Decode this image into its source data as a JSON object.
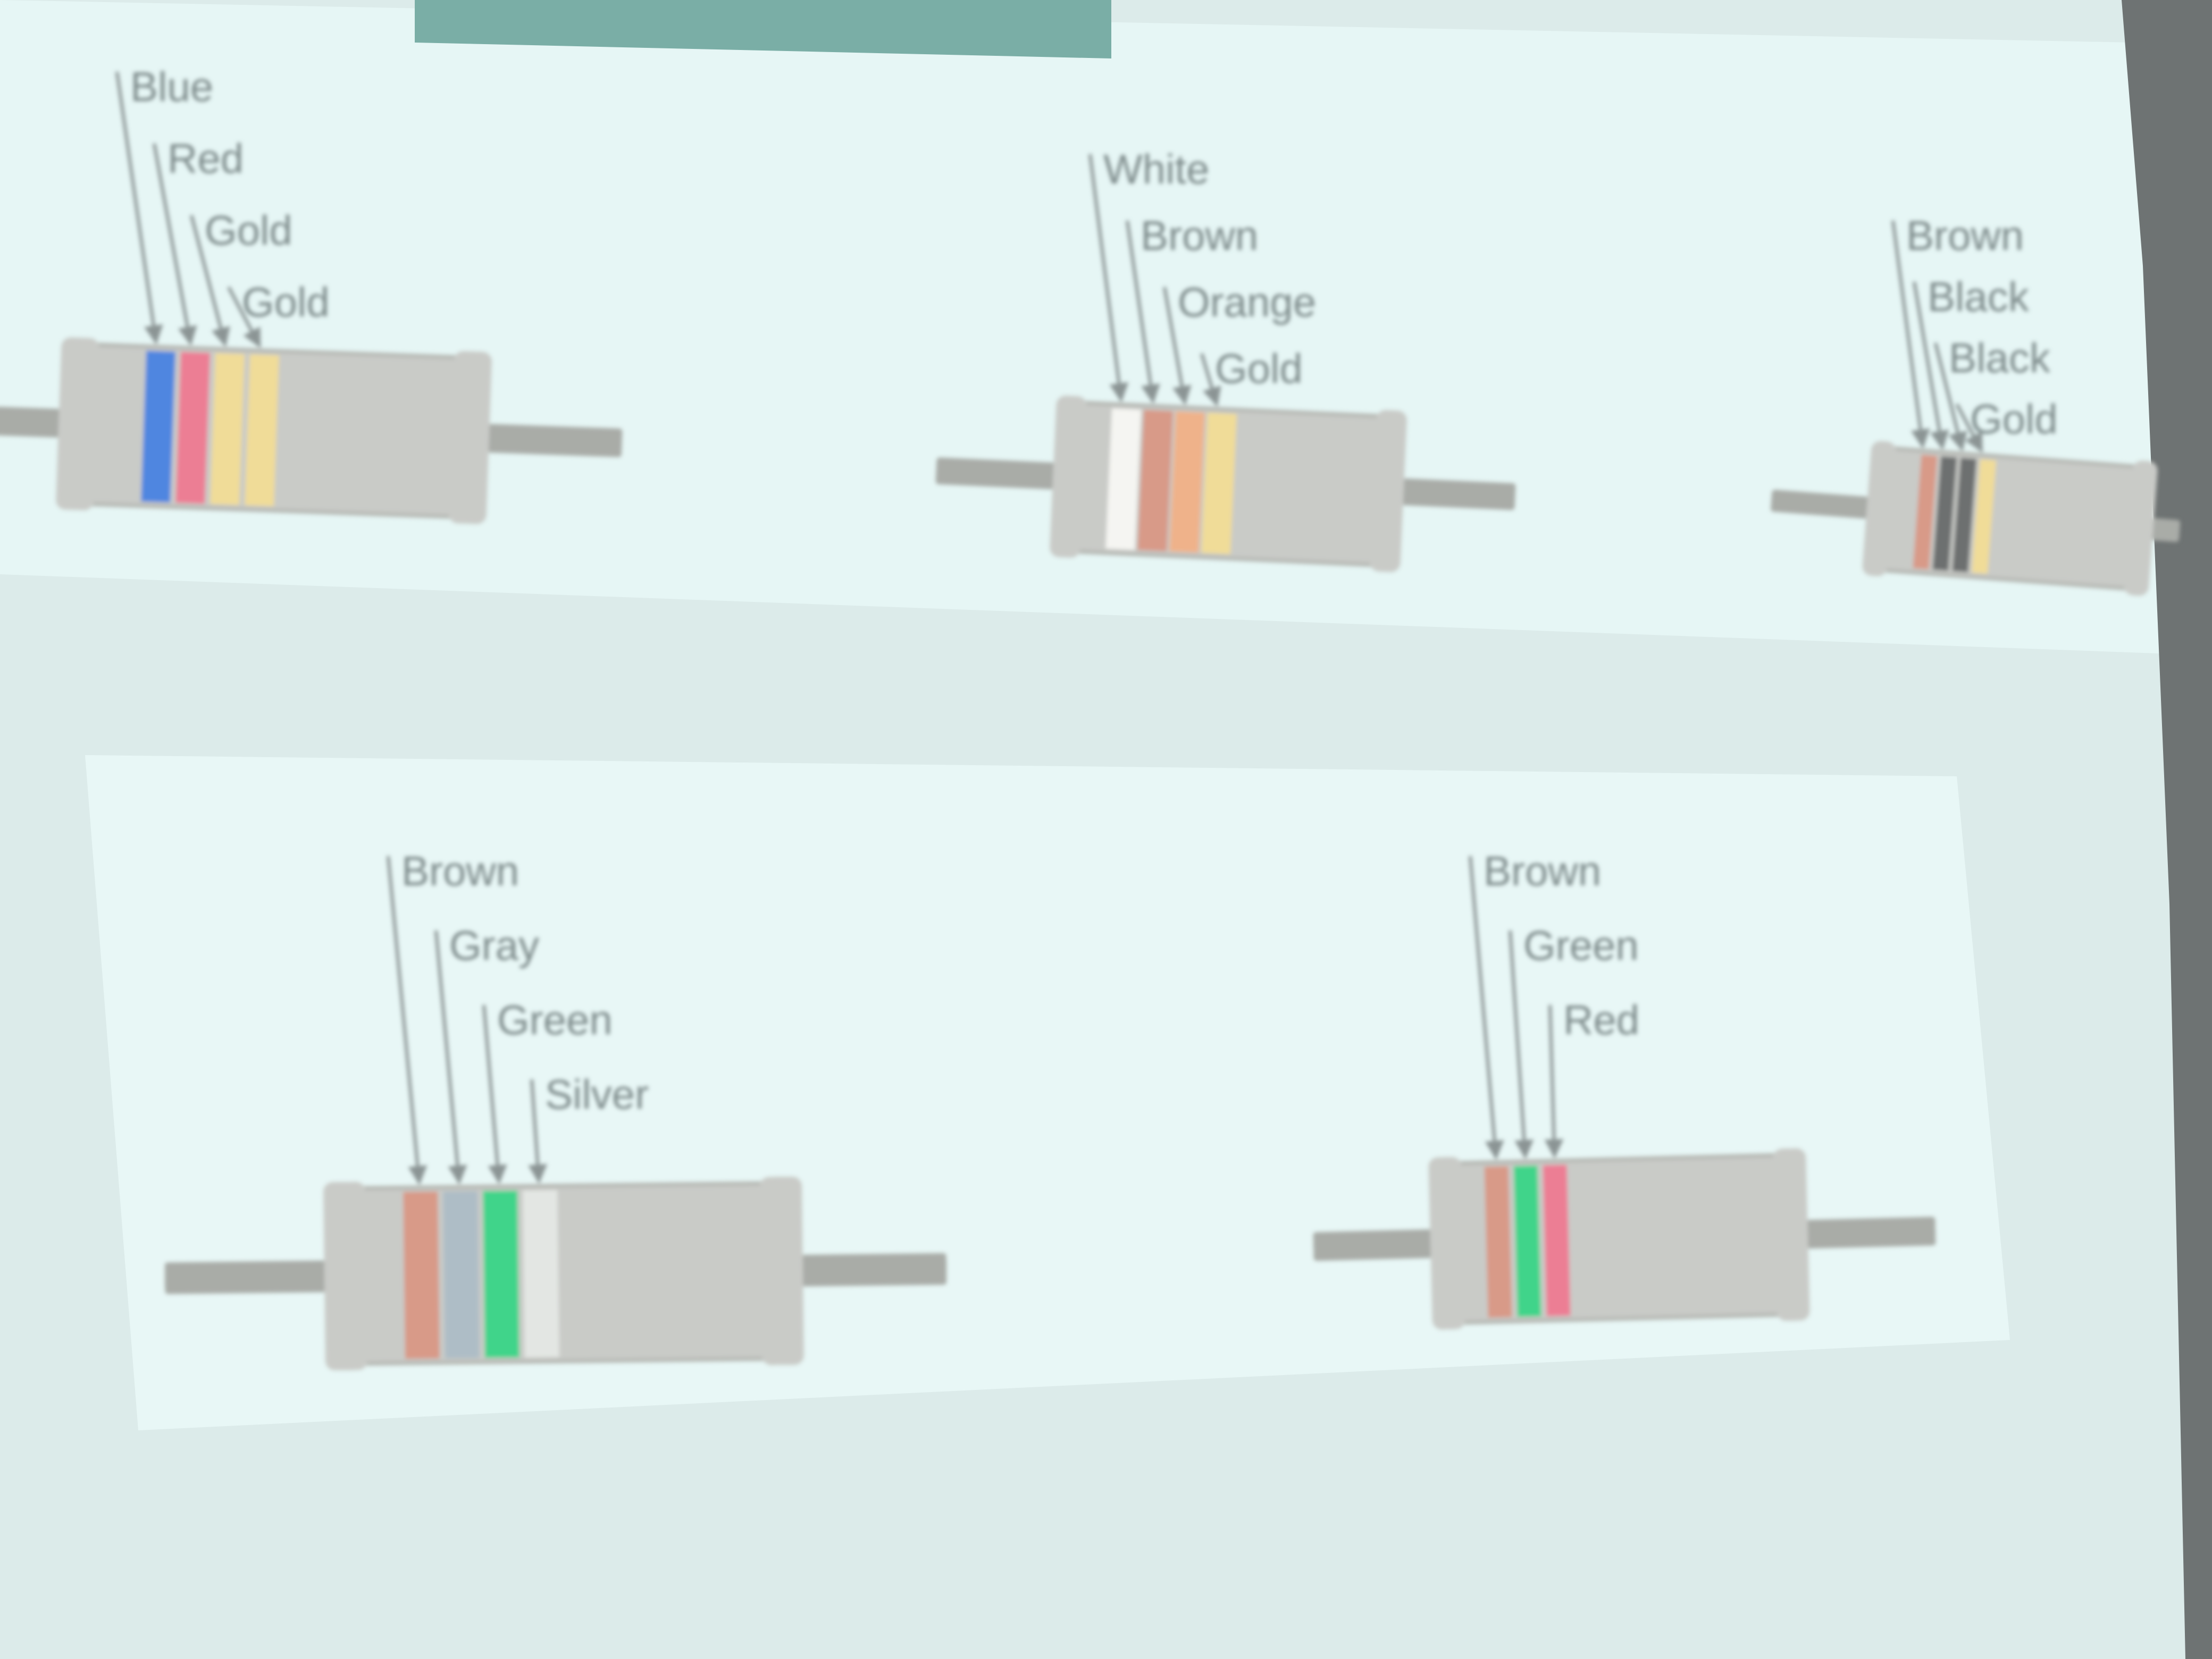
{
  "colors": {
    "background": "#dcebea",
    "panel": "#e6f6f5",
    "teal_bar": "#7aaea6",
    "right_edge": "#6e7373",
    "resistor_body": "#c9cbc7",
    "resistor_outline": "#b7bab5",
    "lead": "#a9aca7",
    "label": "#7d8a8a",
    "arrow": "#8b9494",
    "band_colors": {
      "Blue": "#4f86e0",
      "Red": "#ec7e94",
      "Gold": "#f0dc98",
      "White": "#f5f5f2",
      "Brown": "#d89a88",
      "Orange": "#efb28a",
      "Black": "#6d706f",
      "Gray": "#aebdc6",
      "Green": "#3fd48a",
      "Silver": "#e3e6e3"
    }
  },
  "resistors": [
    {
      "id": "resistor-1",
      "bands": [
        {
          "color": "Blue",
          "label": "Blue"
        },
        {
          "color": "Red",
          "label": "Red"
        },
        {
          "color": "Gold",
          "label": "Gold"
        },
        {
          "color": "Gold",
          "label": "Gold"
        }
      ]
    },
    {
      "id": "resistor-2",
      "bands": [
        {
          "color": "White",
          "label": "White"
        },
        {
          "color": "Brown",
          "label": "Brown"
        },
        {
          "color": "Orange",
          "label": "Orange"
        },
        {
          "color": "Gold",
          "label": "Gold"
        }
      ]
    },
    {
      "id": "resistor-3",
      "bands": [
        {
          "color": "Brown",
          "label": "Brown"
        },
        {
          "color": "Black",
          "label": "Black"
        },
        {
          "color": "Black",
          "label": "Black"
        },
        {
          "color": "Gold",
          "label": "Gold"
        }
      ]
    },
    {
      "id": "resistor-4",
      "bands": [
        {
          "color": "Brown",
          "label": "Brown"
        },
        {
          "color": "Gray",
          "label": "Gray"
        },
        {
          "color": "Green",
          "label": "Green"
        },
        {
          "color": "Silver",
          "label": "Silver"
        }
      ]
    },
    {
      "id": "resistor-5",
      "bands": [
        {
          "color": "Brown",
          "label": "Brown"
        },
        {
          "color": "Green",
          "label": "Green"
        },
        {
          "color": "Red",
          "label": "Red"
        }
      ]
    }
  ]
}
